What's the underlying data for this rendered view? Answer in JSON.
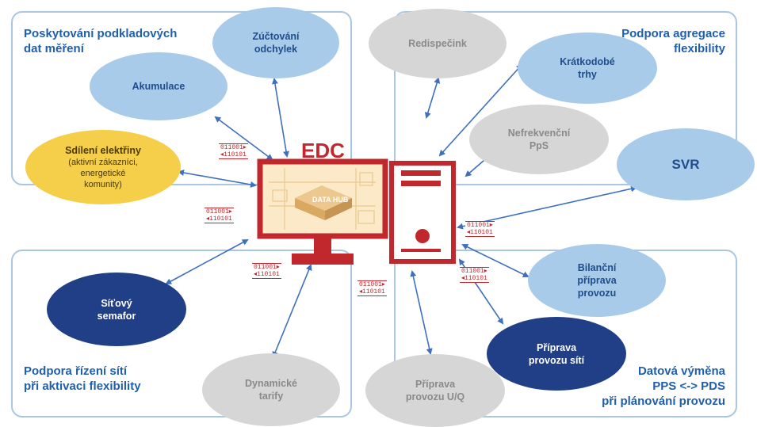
{
  "quadrants": {
    "top_left": "Poskytování podkladových\ndat měření",
    "top_right": "Podpora agregace\nflexibility",
    "bottom_left": "Podpora řízení sítí\npři aktivaci flexibility",
    "bottom_right": "Datová výměna\nPPS <-> PDS\npři plánování provozu"
  },
  "center": {
    "title": "EDC",
    "hub_label": "DATA HUB"
  },
  "nodes": {
    "zuctovani": "Zúčtování\nodchylek",
    "akumulace": "Akumulace",
    "sdileni_title": "Sdílení elektřiny",
    "sdileni_sub": "(aktivní zákazníci,\nenergetické\nkomunity)",
    "redispecink": "Redispečink",
    "kratkodobe": "Krátkodobé\ntrhy",
    "nefrekvencni": "Nefrekvenční\nPpS",
    "svr": "SVR",
    "sitovy": "Síťový\nsemafor",
    "dynamicke": "Dynamické\ntarify",
    "priprava_uq": "Příprava\nprovozu U/Q",
    "bilancni": "Bilanční\npříprava\nprovozu",
    "priprava_siti": "Příprava\nprovozu sítí"
  },
  "binary": {
    "line1": "011001▸",
    "line2": "◂110101"
  },
  "colors": {
    "quadrant_border": "#a9c6e2",
    "title_blue": "#1f5fae",
    "edc_red": "#c0282e",
    "light_blue": "#a9cbea",
    "grey": "#d6d6d6",
    "dark_blue": "#203f86",
    "yellow": "#f6cf4a",
    "arrow": "#3f6fbf"
  }
}
